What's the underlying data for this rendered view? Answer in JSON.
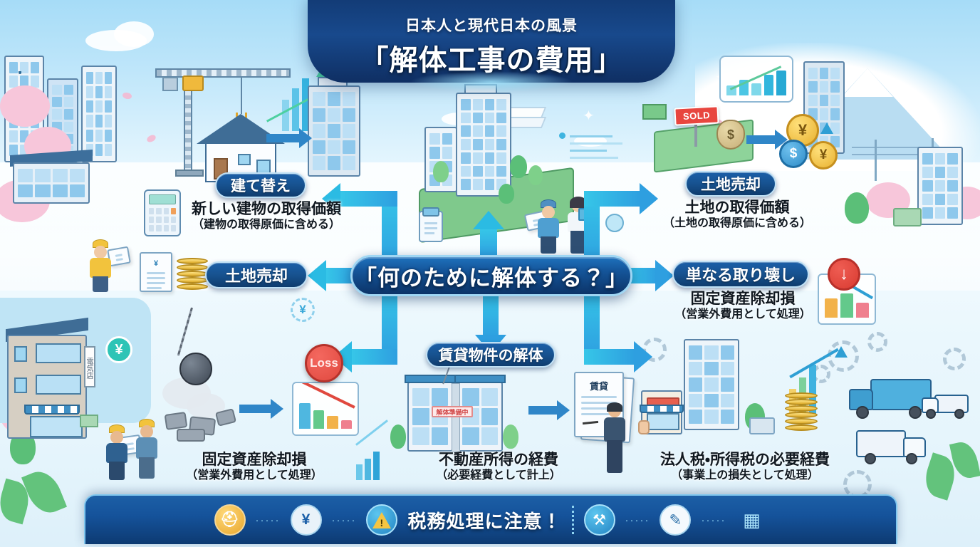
{
  "header": {
    "subtitle": "日本人と現代日本の風景",
    "title": "「解体工事の費用」"
  },
  "hub": {
    "label": "「何のために解体する？」"
  },
  "branches": [
    {
      "id": "rebuild",
      "pill": "建て替え",
      "main": "新しい建物の取得価額",
      "note": "（建物の取得原価に含める）",
      "position": "top-left"
    },
    {
      "id": "land-sale-top",
      "pill": "土地売却",
      "main": "土地の取得価額",
      "note": "（土地の取得原価に含める）",
      "position": "top-right"
    },
    {
      "id": "land-sale-mid",
      "pill": "土地売却",
      "main": "",
      "note": "",
      "position": "middle-left"
    },
    {
      "id": "demolition-only",
      "pill": "単なる取り壊し",
      "main": "固定資産除却損",
      "note": "（営業外費用として処理）",
      "position": "middle-right"
    },
    {
      "id": "rental-demolition",
      "pill": "賃貸物件の解体",
      "main": "",
      "note": "",
      "position": "bottom-center"
    }
  ],
  "bottom_results": [
    {
      "id": "fixed-asset-loss",
      "main": "固定資産除却損",
      "note": "（営業外費用として処理）"
    },
    {
      "id": "real-estate-expense",
      "main": "不動産所得の経費",
      "note": "（必要経費として計上）"
    },
    {
      "id": "corporate-income-tax",
      "main": "法人税・所得税の必要経費",
      "note": "（事業上の損失として処理）"
    }
  ],
  "badges": {
    "loss": "Loss",
    "sold": "SOLD",
    "down_arrow": "↓",
    "yen": "¥",
    "dollar": "$"
  },
  "illustration_labels": {
    "rental_doc_title": "賃貸",
    "shop_sign": "電気店",
    "demolition_banner": "解体準備中"
  },
  "footer": {
    "text": "税務処理に注意！",
    "icons": [
      {
        "name": "hard-hat-icon",
        "glyph": "⛑"
      },
      {
        "name": "calculator-yen-icon",
        "glyph": "¥"
      },
      {
        "name": "warning-triangle-icon",
        "glyph": "!"
      },
      {
        "name": "demolition-icon",
        "glyph": "⚒"
      },
      {
        "name": "document-pencil-icon",
        "glyph": "✎"
      },
      {
        "name": "building-icon",
        "glyph": "🏢"
      }
    ],
    "dots": "·····"
  },
  "colors": {
    "navy": "#0f3c6e",
    "blue": "#1b5fa8",
    "cyan": "#2bbbe3",
    "sky": "#bfe7fb",
    "red": "#e0493f",
    "gold": "#e8b130",
    "green": "#7ed08a",
    "sakura": "#f7c6da"
  }
}
